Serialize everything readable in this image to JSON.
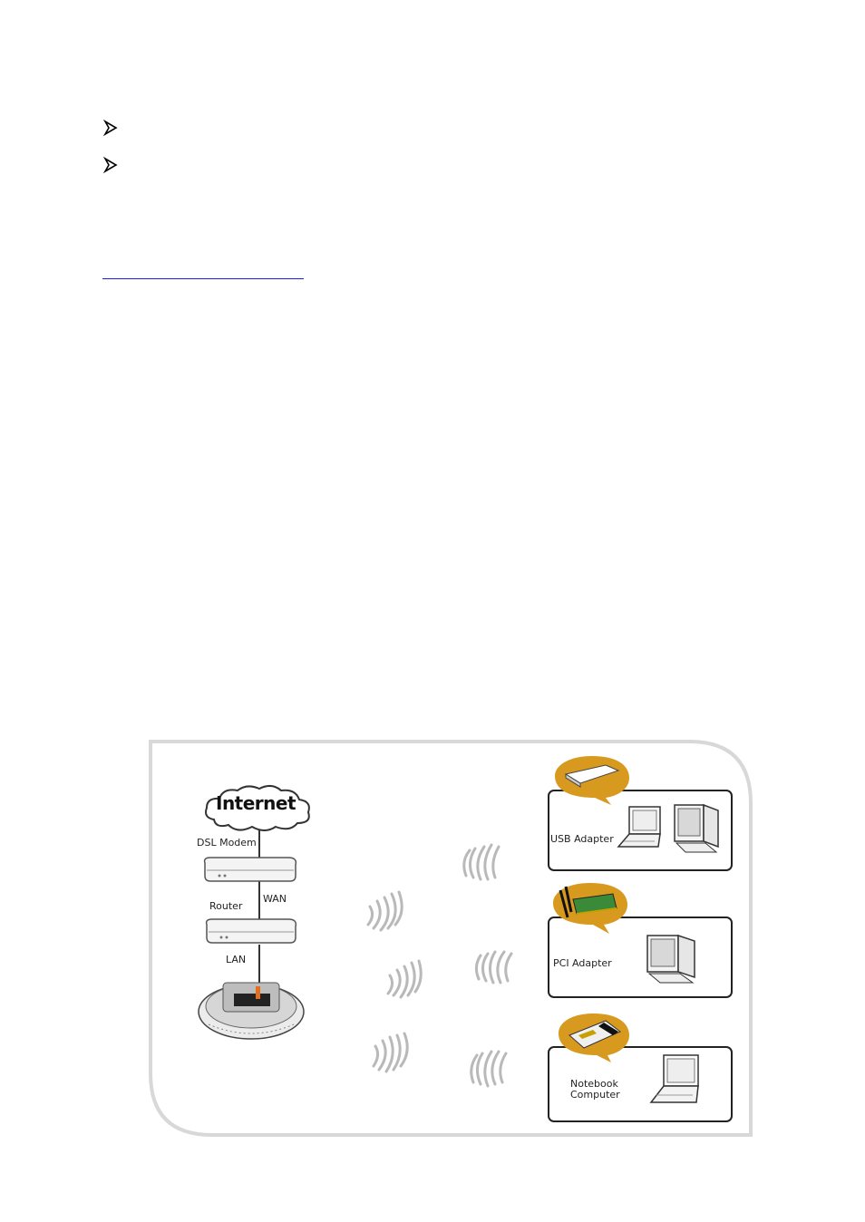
{
  "bullets": [
    {
      "icon": "arrow-bullet-icon"
    },
    {
      "icon": "arrow-bullet-icon"
    }
  ],
  "diagram": {
    "internet": "Internet",
    "dsl_modem": "DSL Modem",
    "router": "Router",
    "wan": "WAN",
    "lan": "LAN",
    "clients": [
      {
        "label": "USB Adapter"
      },
      {
        "label": "PCI Adapter"
      },
      {
        "label_line1": "Notebook",
        "label_line2": "Computer"
      }
    ],
    "colors": {
      "bubble": "#d89a1e",
      "panel_border": "#d8d8d8",
      "wave": "#b9b9b9",
      "cable_accent": "#e07020"
    }
  }
}
